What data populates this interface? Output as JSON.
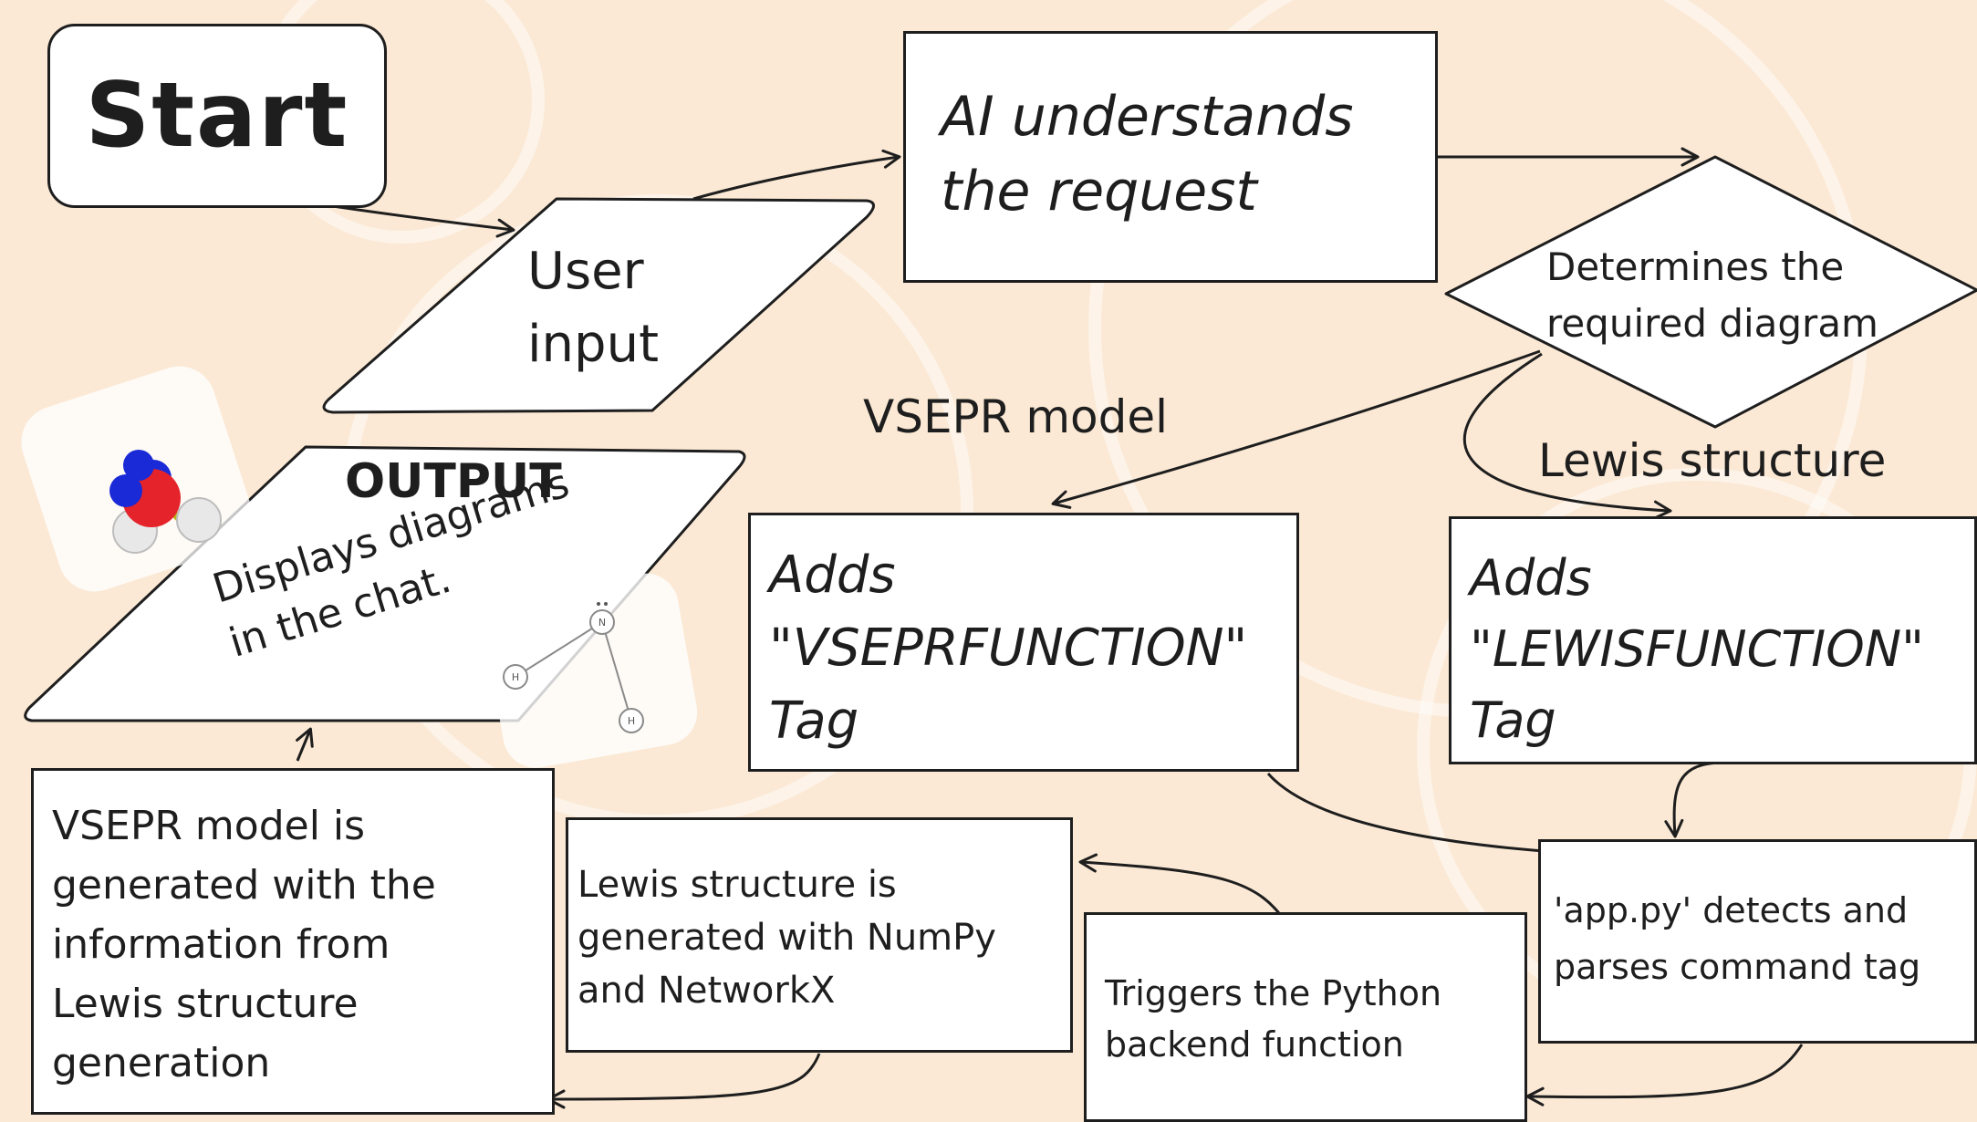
{
  "nodes": {
    "start": "Start",
    "user_input": "User\ninput",
    "ai_understands": "AI understands\nthe request",
    "determines": "Determines the\nrequired diagram",
    "adds_vsepr": "Adds\n\"VSEPRFUNCTION\"\nTag",
    "adds_lewis": "Adds\n\"LEWISFUNCTION\"\nTag",
    "app_py": "'app.py' detects and\nparses command tag",
    "triggers": "Triggers the Python\nbackend function",
    "lewis_generated": "Lewis structure is\ngenerated with NumPy\nand NetworkX",
    "vsepr_generated": "VSEPR model is\ngenerated with the\ninformation from\nLewis structure\ngeneration",
    "output_title": "OUTPUT",
    "output_text": "Displays diagrams\nin the chat."
  },
  "edge_labels": {
    "vsepr": "VSEPR model",
    "lewis": "Lewis structure"
  },
  "graph_atom_labels": [
    "N",
    "H",
    "H"
  ],
  "colors": {
    "background": "#fbe9d5",
    "stroke": "#1e1e1e",
    "fill": "#ffffff",
    "molecule_center": "#e5232a",
    "molecule_blue": "#1a2ad6",
    "molecule_white": "#e8e8e8"
  },
  "icons": [
    "vsepr-molecule-icon",
    "lewis-graph-icon"
  ]
}
